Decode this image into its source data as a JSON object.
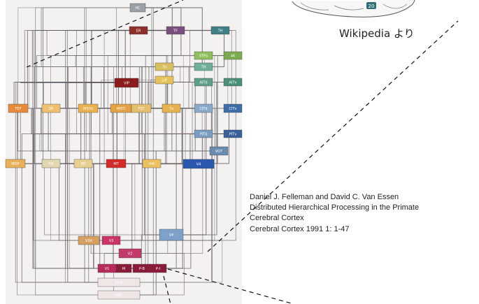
{
  "source_credit": "Wikipedia より",
  "citation": {
    "authors": "Daniel J. Felleman and David C. Van Essen",
    "title_line1": "Distributed Hierarchical Processing in the Primate",
    "title_line2": "Cerebral Cortex",
    "journal": "Cerebral Cortex 1991 1: 1-47"
  },
  "brain_badge": "20",
  "hierarchy_nodes": [
    {
      "label": "HC",
      "color": "#9aa0a6"
    },
    {
      "label": "ER",
      "color": "#8e2f2a"
    },
    {
      "label": "TF",
      "color": "#7a4e7e"
    },
    {
      "label": "TH",
      "color": "#3f7f86"
    },
    {
      "label": "STPa",
      "color": "#8fbf5a"
    },
    {
      "label": "46",
      "color": "#7caa4f"
    },
    {
      "label": "7b",
      "color": "#d8c060"
    },
    {
      "label": "VIP",
      "color": "#8a1c1c"
    },
    {
      "label": "LIP",
      "color": "#e6c25a"
    },
    {
      "label": "TH",
      "color": "#6fae9a"
    },
    {
      "label": "AITd",
      "color": "#5f9f8a"
    },
    {
      "label": "AITv",
      "color": "#4a8f7a"
    },
    {
      "label": "FEF",
      "color": "#e88a3a"
    },
    {
      "label": "MSTd",
      "color": "#e9b04e"
    },
    {
      "label": "MSTl",
      "color": "#e5a244"
    },
    {
      "label": "FST",
      "color": "#e4c06e"
    },
    {
      "label": "7a",
      "color": "#e6b24e"
    },
    {
      "label": "CITd",
      "color": "#8aa8c8"
    },
    {
      "label": "CITv",
      "color": "#3d6ea8"
    },
    {
      "label": "PITd",
      "color": "#7a9cc0"
    },
    {
      "label": "PITv",
      "color": "#3a5f9a"
    },
    {
      "label": "VOT",
      "color": "#6a8cb0"
    },
    {
      "label": "DP",
      "color": "#f0c070"
    },
    {
      "label": "MDP",
      "color": "#e8b05a"
    },
    {
      "label": "PIP",
      "color": "#e0d6b0"
    },
    {
      "label": "PO",
      "color": "#e8d090"
    },
    {
      "label": "MT",
      "color": "#d42a2a"
    },
    {
      "label": "V4t",
      "color": "#eac060"
    },
    {
      "label": "V4",
      "color": "#2a58b0"
    },
    {
      "label": "VP",
      "color": "#7fa0c8"
    },
    {
      "label": "V3",
      "color": "#cc3366"
    },
    {
      "label": "V3A",
      "color": "#d8a060"
    },
    {
      "label": "V2",
      "color": "#c23a6a"
    },
    {
      "label": "V1",
      "color": "#b82a5a"
    },
    {
      "label": "M",
      "color": "#8a1c3a"
    },
    {
      "label": "P-B",
      "color": "#8a1c3a"
    },
    {
      "label": "P-I",
      "color": "#8a1c3a"
    },
    {
      "label": "LGN",
      "color": "#f0e6e6"
    },
    {
      "label": "RGC",
      "color": "#f0e6e6"
    }
  ]
}
